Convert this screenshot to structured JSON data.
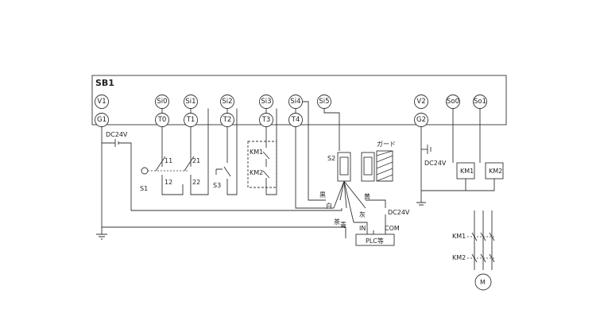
{
  "controller": {
    "name": "SB1",
    "top_terminals": [
      "V1",
      "Si0",
      "Si1",
      "Si2",
      "Si3",
      "Si4",
      "Si5",
      "V2",
      "So0",
      "So1"
    ],
    "bottom_terminals": [
      "G1",
      "T0",
      "T1",
      "T2",
      "T3",
      "T4",
      "G2"
    ]
  },
  "power": {
    "left_supply": "DC24V",
    "right_supply": "DC24V",
    "plc_supply": "DC24V"
  },
  "switches": {
    "s1_label": "S1",
    "s1_contacts": [
      "11",
      "21",
      "12",
      "22"
    ],
    "s3_label": "S3",
    "km_feedback": [
      "KM1",
      "KM2"
    ]
  },
  "sensor": {
    "label": "S2",
    "guard_label": "ガード",
    "wire_colors": [
      "黒",
      "茶",
      "白",
      "青",
      "黄",
      "灰"
    ],
    "plc_label": "PLC等",
    "plc_in": "IN",
    "plc_com": "COM"
  },
  "outputs": {
    "relays": [
      "KM1",
      "KM2"
    ]
  },
  "motor": {
    "label": "M",
    "contactors": [
      "KM1",
      "KM2"
    ]
  }
}
